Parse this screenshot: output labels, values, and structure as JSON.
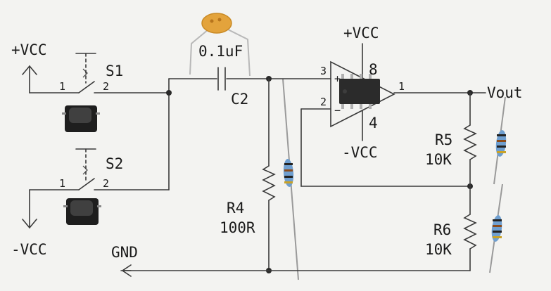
{
  "diagram": {
    "supply": {
      "pos": "+VCC",
      "neg": "-VCC",
      "ground": "GND"
    },
    "switches": [
      {
        "ref": "S1",
        "pin_a": "1",
        "pin_b": "2"
      },
      {
        "ref": "S2",
        "pin_a": "1",
        "pin_b": "2"
      }
    ],
    "capacitor": {
      "ref": "C2",
      "value": "0.1uF"
    },
    "resistors": [
      {
        "ref": "R4",
        "value": "100R"
      },
      {
        "ref": "R5",
        "value": "10K"
      },
      {
        "ref": "R6",
        "value": "10K"
      }
    ],
    "opamp": {
      "supply_pos": "+VCC",
      "supply_neg": "-VCC",
      "pin_vcc": "8",
      "pin_vee": "4",
      "pin_noninv": "3",
      "pin_inv": "2",
      "pin_out": "1",
      "plus_sign": "+",
      "minus_sign": "−"
    },
    "output": "Vout"
  },
  "colors": {
    "paper": "#f3f3f1",
    "wire": "#3a3a3a",
    "capacitor_body": "#e3a33c",
    "resistor_body": "#6f9fd0",
    "chip": "#2b2b2b",
    "switch_body": "#1e1e1e"
  }
}
